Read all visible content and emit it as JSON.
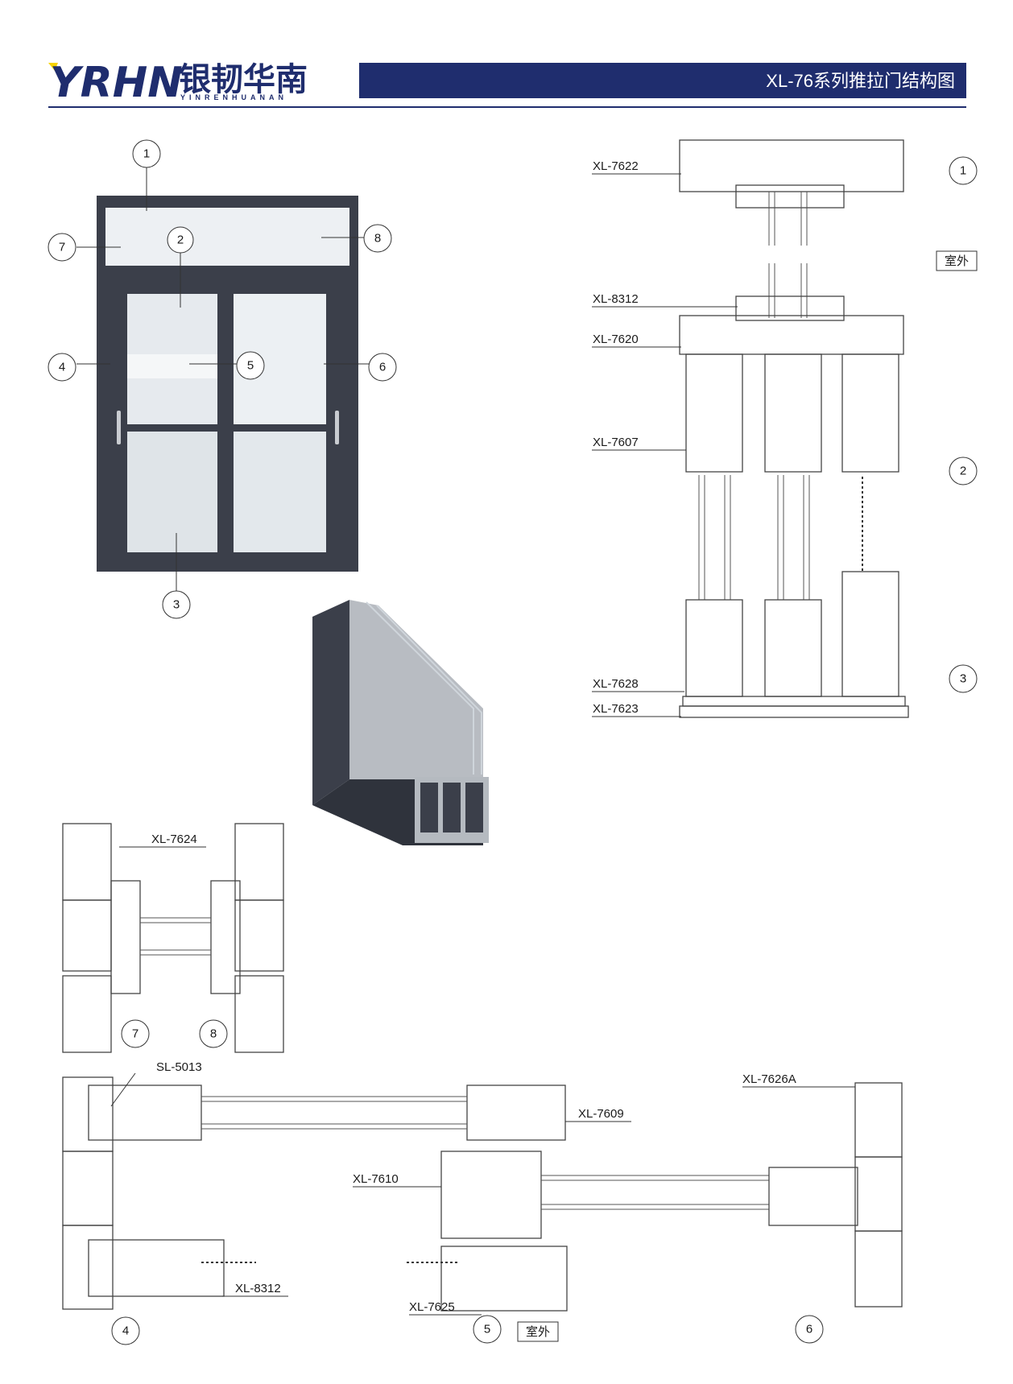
{
  "header": {
    "logo_mark": "YRHN",
    "brand_cn": "银韧华南",
    "brand_en": "YINRENHUANAN",
    "title": "XL-76系列推拉门结构图",
    "accent_color": "#1f2d6e",
    "logo_accent_color": "#f6d300"
  },
  "elevation": {
    "callouts": [
      "1",
      "2",
      "3",
      "4",
      "5",
      "6",
      "7",
      "8"
    ],
    "frame_color": "#3b3f4a"
  },
  "vertical_section": {
    "labels": [
      "XL-7622",
      "XL-8312",
      "XL-7620",
      "XL-7607",
      "XL-7628",
      "XL-7623"
    ],
    "circles": [
      "1",
      "2",
      "3"
    ],
    "outside_badge": "室外"
  },
  "transom_section": {
    "label": "XL-7624",
    "circles": [
      "7",
      "8"
    ]
  },
  "horizontal_section": {
    "labels": [
      "SL-5013",
      "XL-7609",
      "XL-7610",
      "XL-8312",
      "XL-7625",
      "XL-7626A"
    ],
    "circles": [
      "4",
      "5",
      "6"
    ],
    "outside_badge": "室外"
  }
}
